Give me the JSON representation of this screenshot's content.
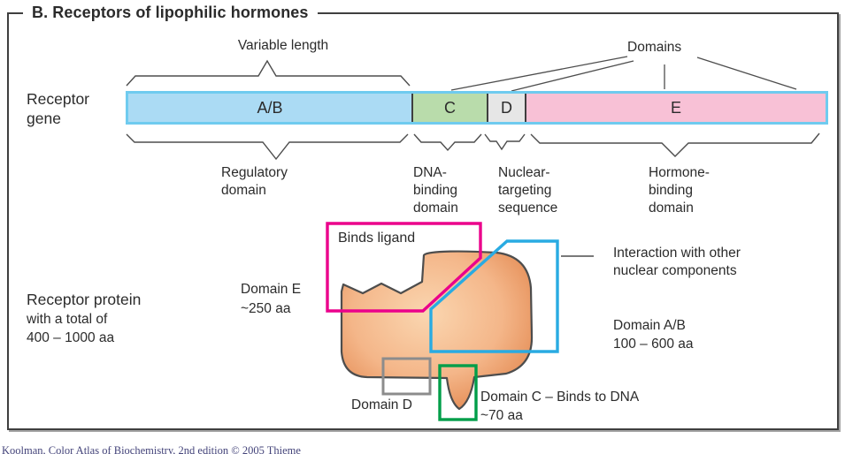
{
  "title": "B. Receptors of lipophilic hormones",
  "colors": {
    "gene_border": "#6FCBEF",
    "line": "#4D4D4D",
    "domain_e_outline": "#EB008B",
    "domain_ab_outline": "#29ABE2",
    "domain_c_outline": "#009E49",
    "domain_d_outline": "#8C8C8C",
    "protein_edge": "#E08147",
    "protein_light": "#FAD6B0",
    "caption_color": "#44447A"
  },
  "gene": {
    "row_label": "Receptor\ngene",
    "brace_top_label": "Variable length",
    "domains_label": "Domains",
    "segments": [
      {
        "label": "A/B",
        "fill": "#ABDBF4"
      },
      {
        "label": "C",
        "fill": "#B9DCAB"
      },
      {
        "label": "D",
        "fill": "#E6E6E6"
      },
      {
        "label": "E",
        "fill": "#F8C1D6"
      }
    ],
    "region_labels": [
      "Regulatory\ndomain",
      "DNA-\nbinding\ndomain",
      "Nuclear-\ntargeting\nsequence",
      "Hormone-\nbinding\ndomain"
    ]
  },
  "protein": {
    "heading": "Receptor protein",
    "subheading": "with a total of\n400 – 1000 aa",
    "domain_e_label": "Domain E\n~250 aa",
    "binds_ligand": "Binds ligand",
    "interaction": "Interaction with other\nnuclear components",
    "domain_ab_label": "Domain A/B\n100 – 600 aa",
    "domain_d_label": "Domain D",
    "domain_c_label": "Domain C – Binds to DNA\n~70 aa"
  },
  "caption": "Koolman, Color Atlas of Biochemistry, 2nd edition © 2005 Thieme"
}
